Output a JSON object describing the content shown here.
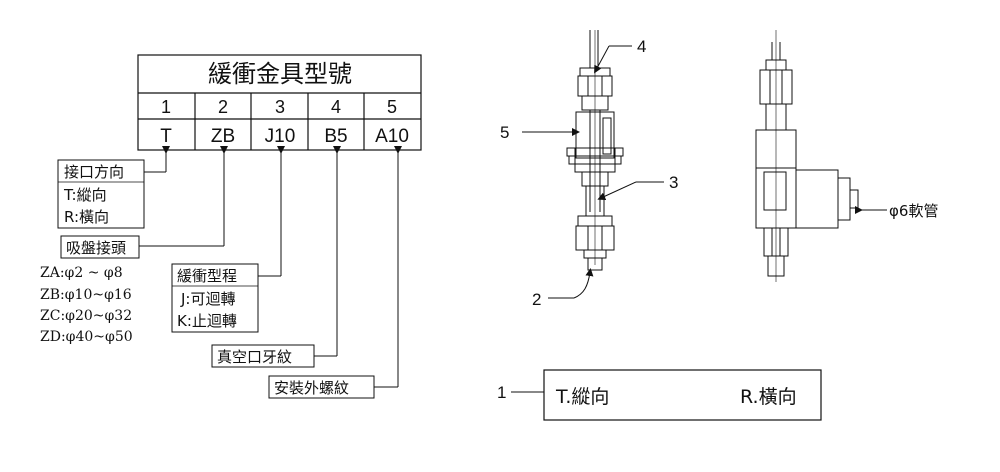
{
  "model_table": {
    "title": "緩衝金具型號",
    "positions": [
      "1",
      "2",
      "3",
      "4",
      "5"
    ],
    "codes": [
      "T",
      "ZB",
      "J10",
      "B5",
      "A10"
    ]
  },
  "legend": {
    "connection_direction": {
      "title": "接口方向",
      "options": [
        "T:縱向",
        "R:橫向"
      ]
    },
    "suction_cup": {
      "title": "吸盤接頭",
      "options": [
        "ZA:φ2 ~ φ8",
        "ZB:φ10~φ16",
        "ZC:φ20~φ32",
        "ZD:φ40~φ50"
      ]
    },
    "buffer_stroke": {
      "title": "緩衝型程",
      "options": [
        "J:可迴轉",
        "K:止迴轉"
      ]
    },
    "vacuum_thread": {
      "title": "真空口牙紋"
    },
    "mount_thread": {
      "title": "安裝外螺紋"
    }
  },
  "drawing": {
    "callouts": [
      "4",
      "5",
      "3",
      "2"
    ],
    "hose_label": "φ6軟管"
  },
  "direction_box": {
    "index": "1",
    "vertical": "T.縱向",
    "horizontal": "R.橫向"
  }
}
